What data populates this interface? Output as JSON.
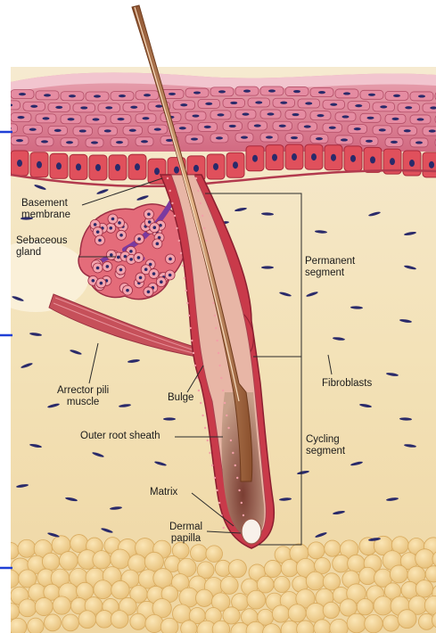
{
  "labels": {
    "basement_membrane": "Basement\nmembrane",
    "sebaceous_gland": "Sebaceous\ngland",
    "permanent_segment": "Permanent\nsegment",
    "arrector_pili_muscle": "Arrector pili\nmuscle",
    "bulge": "Bulge",
    "fibroblasts": "Fibroblasts",
    "outer_root_sheath": "Outer root sheath",
    "cycling_segment": "Cycling\nsegment",
    "matrix": "Matrix",
    "dermal_papilla": "Dermal\npapilla"
  },
  "colors": {
    "dermis": "#f3e2b8",
    "epidermis": "#d9778e",
    "basal_cells": "#e0505c",
    "nuclei": "#2a2a6a",
    "follicle_sheath": "#c93a4a",
    "hair_shaft": "#b67a50",
    "fat": "#f0cf8f",
    "muscle": "#c6505a",
    "sebaceous": "#e46c7a",
    "frame_marks": "#1f3fd6"
  }
}
